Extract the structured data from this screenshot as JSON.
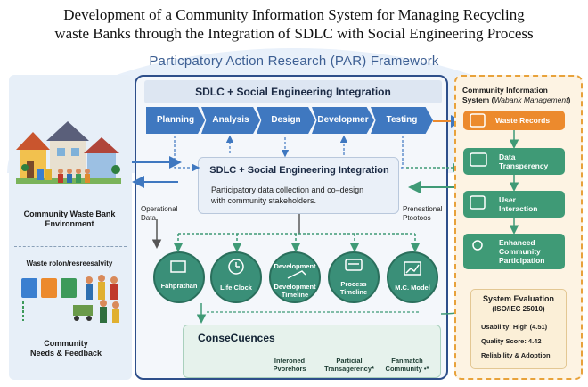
{
  "title": {
    "line1": "Development of a Community Information System for Managing Recycling",
    "line2": "waste Banks through the Integration of SDLC with Social Engineering Process"
  },
  "framework_label": "Particpatory Action Research (PAR) Framework",
  "left": {
    "env_label_1": "Community Waste Bank",
    "env_label_2": "Environment",
    "waste_label": "Waste rolon/resreesalvity",
    "needs_label_1": "Community",
    "needs_label_2": "Needs & Feedback"
  },
  "center": {
    "header": "SDLC + Social Engineering Integration",
    "phases": [
      "Planning",
      "Analysis",
      "Design",
      "Developmer",
      "Testing"
    ],
    "integration_title": "SDLC + Social Engineering Integration",
    "integration_text_1": "Participatory data collection and co–design",
    "integration_text_2": "with community stakeholders.",
    "operational_1": "Operational",
    "operational_2": "Data",
    "prenestional_1": "Prenestional",
    "prenestional_2": "Ptootoos",
    "circles": [
      {
        "l1": "Fahprathan",
        "l2": "",
        "l3": ""
      },
      {
        "l1": "Life Clock",
        "l2": "",
        "l3": ""
      },
      {
        "l1": "Development",
        "l2": "Development",
        "l3": "Timeline"
      },
      {
        "l1": "Process",
        "l2": "Timeline",
        "l3": ""
      },
      {
        "l1": "M.C. Model",
        "l2": "",
        "l3": ""
      }
    ],
    "consequences_title": "ConseCuences",
    "consequences": [
      {
        "l1": "Interoned",
        "l2": "Pvorehors"
      },
      {
        "l1": "Particial",
        "l2": "Transagerency*"
      },
      {
        "l1": "Fanmatch",
        "l2": "Community •*"
      }
    ]
  },
  "right": {
    "title_1": "Community Information",
    "title_2a": "System (",
    "title_2b": "Wabank Management",
    "title_2c": ")",
    "boxes": [
      "Waste Records",
      "Data",
      "Transperency",
      "User",
      "Interaction",
      "Enhanced",
      "Community",
      "Participation"
    ],
    "eval_title": "System Evaluation",
    "eval_sub": "(ISO/IEC 25010)",
    "eval_lines": [
      "Usability: High (4.51)",
      "Quality Score: 4.42",
      "Reliability & Adoption"
    ]
  },
  "colors": {
    "phase_blue": "#3f78c0",
    "circle_green": "#3a8f78",
    "waste_orange": "#ec8a2d",
    "right_green": "#3f9a76"
  }
}
